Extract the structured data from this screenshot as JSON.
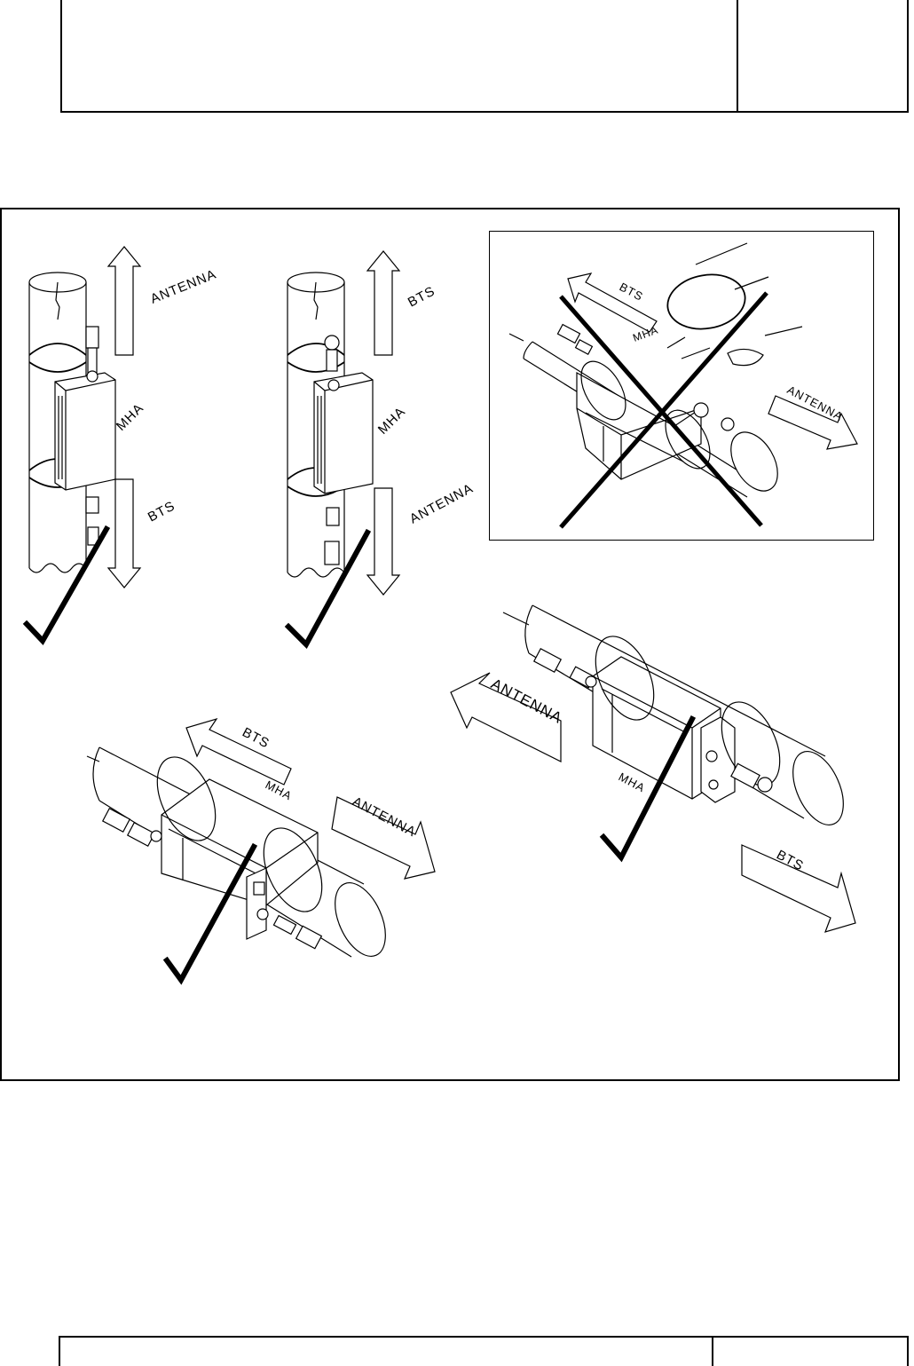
{
  "labels": {
    "antenna": "ANTENNA",
    "bts": "BTS",
    "mha": "MHA"
  },
  "figure": {
    "panels": [
      {
        "id": "vertical-antenna-up",
        "status": "correct"
      },
      {
        "id": "vertical-bts-up",
        "status": "correct"
      },
      {
        "id": "horizontal-inverted",
        "status": "incorrect"
      },
      {
        "id": "horizontal-left",
        "status": "correct"
      },
      {
        "id": "horizontal-right",
        "status": "correct"
      }
    ]
  }
}
